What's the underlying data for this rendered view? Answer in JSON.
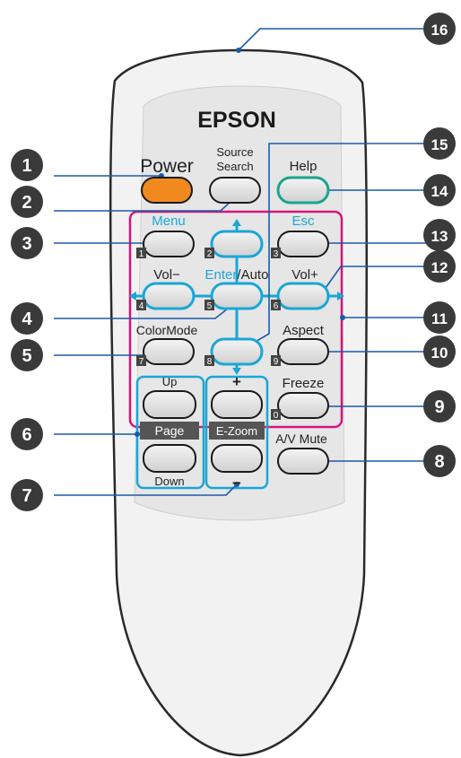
{
  "brand": "EPSON",
  "colors": {
    "body_fill": "#f2f2f2",
    "body_stroke": "#2a2a2a",
    "panel_fill": "#e6e6e6",
    "magenta": "#d6147a",
    "cyan": "#1aa6d6",
    "orange": "#f08a1e",
    "teal": "#1aa58a",
    "callout": "#3a3a3a",
    "line": "#1a5aa8",
    "tag": "#444444"
  },
  "buttons": {
    "power": "Power",
    "source_line1": "Source",
    "source_line2": "Search",
    "help": "Help",
    "menu": "Menu",
    "esc": "Esc",
    "vol_minus": "Vol−",
    "enter_word": "Enter",
    "enter_slash": "/",
    "auto_word": "Auto",
    "vol_plus": "Vol+",
    "color_mode": "ColorMode",
    "aspect": "Aspect",
    "freeze": "Freeze",
    "av_mute": "A/V Mute",
    "page_up": "Up",
    "page": "Page",
    "page_down": "Down",
    "zoom_plus": "+",
    "ezoom": "E-Zoom",
    "zoom_minus": "−"
  },
  "number_tags": [
    "1",
    "2",
    "3",
    "4",
    "5",
    "6",
    "7",
    "8",
    "9",
    "0"
  ],
  "callouts": [
    "1",
    "2",
    "3",
    "4",
    "5",
    "6",
    "7",
    "8",
    "9",
    "10",
    "11",
    "12",
    "13",
    "14",
    "15",
    "16"
  ]
}
